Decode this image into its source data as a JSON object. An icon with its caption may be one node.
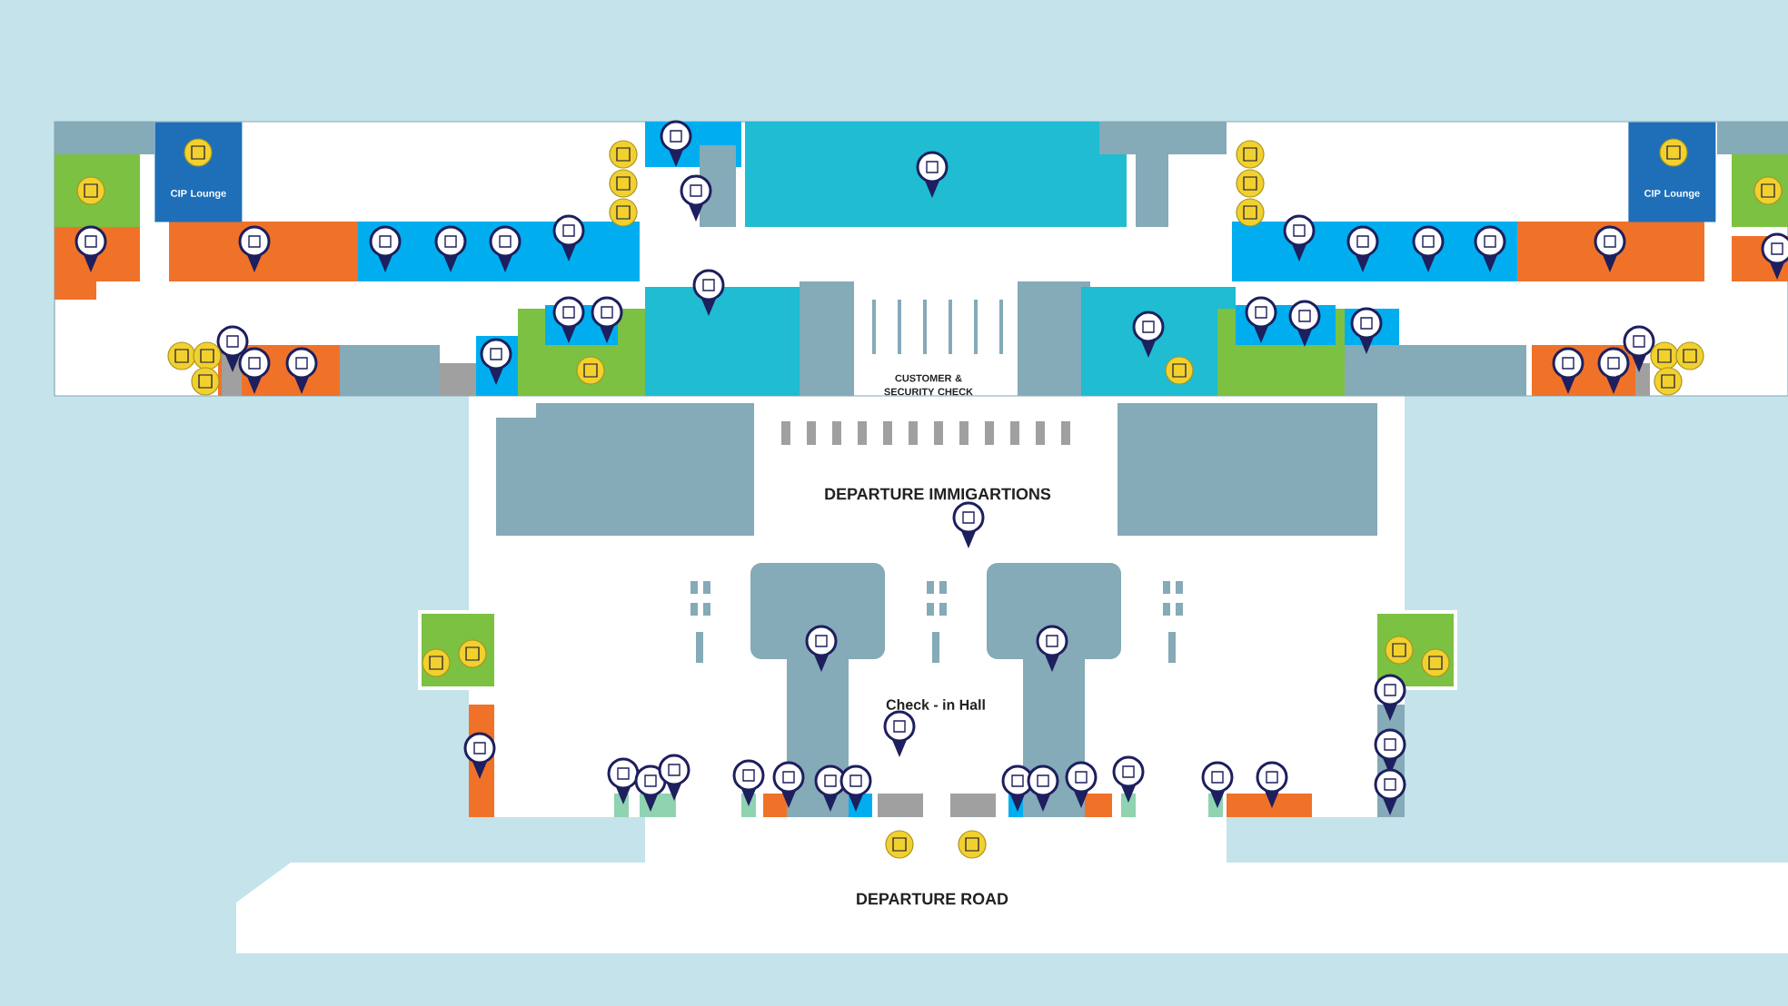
{
  "diagram": {
    "nodes": [
      {
        "text": [
          "CIP Lounge"
        ]
      },
      {
        "text": [
          "CIP Lounge"
        ]
      }
    ],
    "labels": [
      "CUSTOMER & SECURITY CHECK",
      "DEPARTURE IMMIGARTIONS",
      "Check - in Hall",
      "DEPARTURE ROAD"
    ]
  }
}
